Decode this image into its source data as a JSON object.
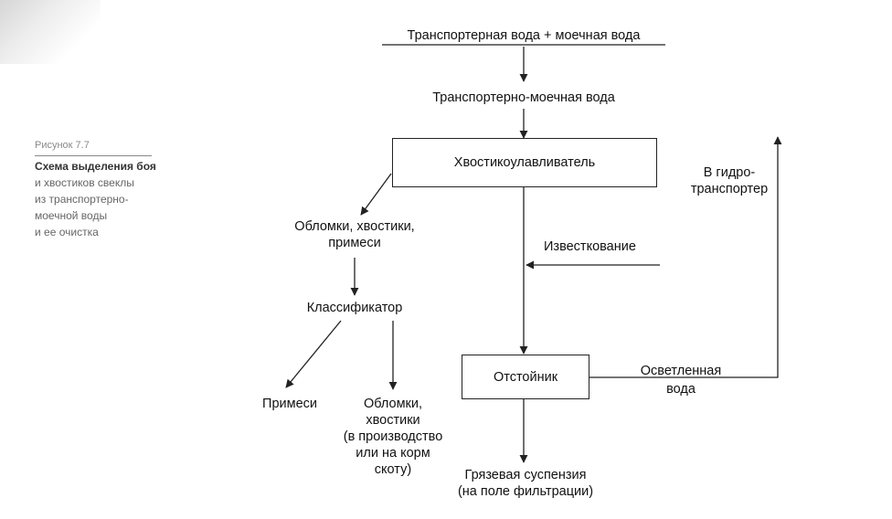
{
  "caption": {
    "figure": "Рисунок 7.7",
    "line1": "Схема выделения боя",
    "line2": "и хвостиков свеклы",
    "line3": "из транспортерно-",
    "line4": "моечной воды",
    "line5": "и ее очистка"
  },
  "nodes": {
    "input_water": "Транспортерная вода + моечная вода",
    "mixed_water": "Транспортерно-моечная вода",
    "tail_catcher": "Хвостикоулавливатель",
    "debris": [
      "Обломки, хвостики,",
      "примеси"
    ],
    "classifier": "Классификатор",
    "impurities": "Примеси",
    "fragments": [
      "Обломки,",
      "хвостики",
      "(в производство",
      "или на корм",
      "скоту)"
    ],
    "liming": "Известкование",
    "settler": "Отстойник",
    "clarified": [
      "Осветленная",
      "вода"
    ],
    "to_hydro": [
      "В гидро-",
      "транспортер"
    ],
    "sludge": [
      "Грязевая суспензия",
      "(на поле фильтрации)"
    ]
  }
}
